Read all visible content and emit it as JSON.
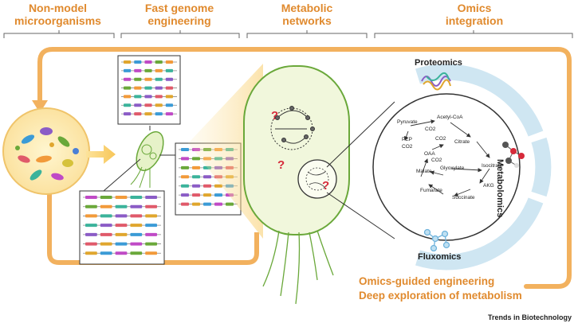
{
  "headers": {
    "non_model": [
      "Non-model",
      "microorganisms"
    ],
    "genome": [
      "Fast genome",
      "engineering"
    ],
    "metabolic": [
      "Metabolic",
      "networks"
    ],
    "omics": [
      "Omics",
      "integration"
    ]
  },
  "omics_labels": {
    "proteomics": "Proteomics",
    "metabolomics": "Metabolomics",
    "fluxomics": "Fluxomics"
  },
  "pathway": {
    "pyruvate": "Pyruvate",
    "acetyl_coa": "Acetyl-CoA",
    "co2_a": "CO2",
    "co2_b": "CO2",
    "co2_c": "CO2",
    "co2_d": "CO2",
    "pep": "PEP",
    "oaa": "OAA",
    "citrate": "Citrate",
    "malate": "Malate",
    "glyoxylate": "Glyoxylate",
    "isocitrate": "Isocitrate",
    "fumarate": "Fumarate",
    "akg": "AKG",
    "succinate": "Succinate"
  },
  "question_mark": "?",
  "footer": {
    "line1": "Omics-guided engineering",
    "line2": "Deep exploration of metabolism"
  },
  "credit": "Trends in Biotechnology",
  "colors": {
    "orange": "#e08a2e",
    "cell_green": "#6aa83a",
    "cell_fill": "#f1f7dc",
    "arc_blue": "#cfe6f2",
    "question_red": "#d62a3a"
  }
}
